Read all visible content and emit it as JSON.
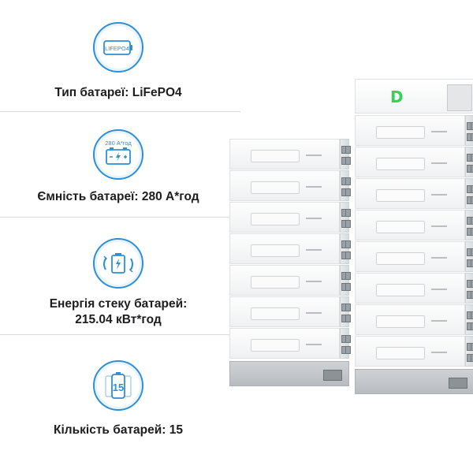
{
  "features": [
    {
      "icon": "lifepo4-battery-icon",
      "icon_text": "LIFEPO4",
      "label": "Тип батареї: LiFePO4"
    },
    {
      "icon": "capacity-battery-icon",
      "icon_text": "280 А*год",
      "label": "Ємність батареї: 280 А*год"
    },
    {
      "icon": "energy-stack-icon",
      "icon_text": "",
      "label_line1": "Енергія стеку батарей:",
      "label_line2": "215.04 кВт*год"
    },
    {
      "icon": "battery-count-icon",
      "icon_text": "15",
      "label": "Кількість батарей: 15"
    }
  ],
  "product": {
    "name": "battery-stack-image",
    "accent_color": "#37d05a",
    "brand_logo": "D"
  },
  "colors": {
    "icon_blue": "#2d8fd6",
    "text": "#1d1d1f",
    "divider": "#d9d9d9"
  }
}
